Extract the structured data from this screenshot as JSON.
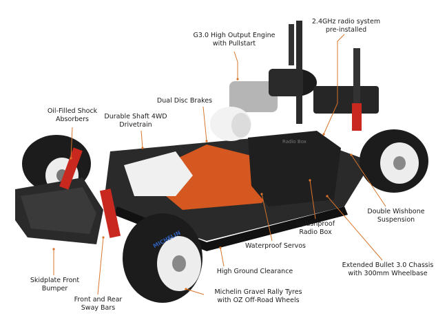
{
  "colors": {
    "leader": "#d9742a",
    "chassis_orange": "#d4581f",
    "body_black": "#222222",
    "tyre": "#1c1c1c",
    "rim": "#ededed",
    "spring_red": "#c8281e",
    "motor_white": "#f2f2f2",
    "engine_silver": "#b5b5b5"
  },
  "tyre_text": "MICHELIN",
  "box_text": "Radio Box",
  "callouts": [
    {
      "id": "radio",
      "lines": [
        "2.4GHz radio system",
        "pre-installed"
      ]
    },
    {
      "id": "engine",
      "lines": [
        "G3.0 High Output Engine",
        "with Pullstart"
      ]
    },
    {
      "id": "brakes",
      "lines": [
        "Dual Disc Brakes"
      ]
    },
    {
      "id": "drivetrain",
      "lines": [
        "Durable Shaft 4WD",
        "Drivetrain"
      ]
    },
    {
      "id": "shocks",
      "lines": [
        "Oil-Filled Shock",
        "Absorbers"
      ]
    },
    {
      "id": "wishbone",
      "lines": [
        "Double Wishbone",
        "Suspension"
      ]
    },
    {
      "id": "splashproof",
      "lines": [
        "Splashproof",
        "Radio Box"
      ]
    },
    {
      "id": "servos",
      "lines": [
        "Waterproof Servos"
      ]
    },
    {
      "id": "clearance",
      "lines": [
        "High Ground Clearance"
      ]
    },
    {
      "id": "chassis",
      "lines": [
        "Extended Bullet 3.0 Chassis",
        "with 300mm Wheelbase"
      ]
    },
    {
      "id": "skidplate",
      "lines": [
        "Skidplate Front",
        "Bumper"
      ]
    },
    {
      "id": "swaybars",
      "lines": [
        "Front and Rear",
        "Sway Bars"
      ]
    },
    {
      "id": "tyres",
      "lines": [
        "Michelin Gravel Rally Tyres",
        "with OZ Off-Road Wheels"
      ]
    }
  ]
}
